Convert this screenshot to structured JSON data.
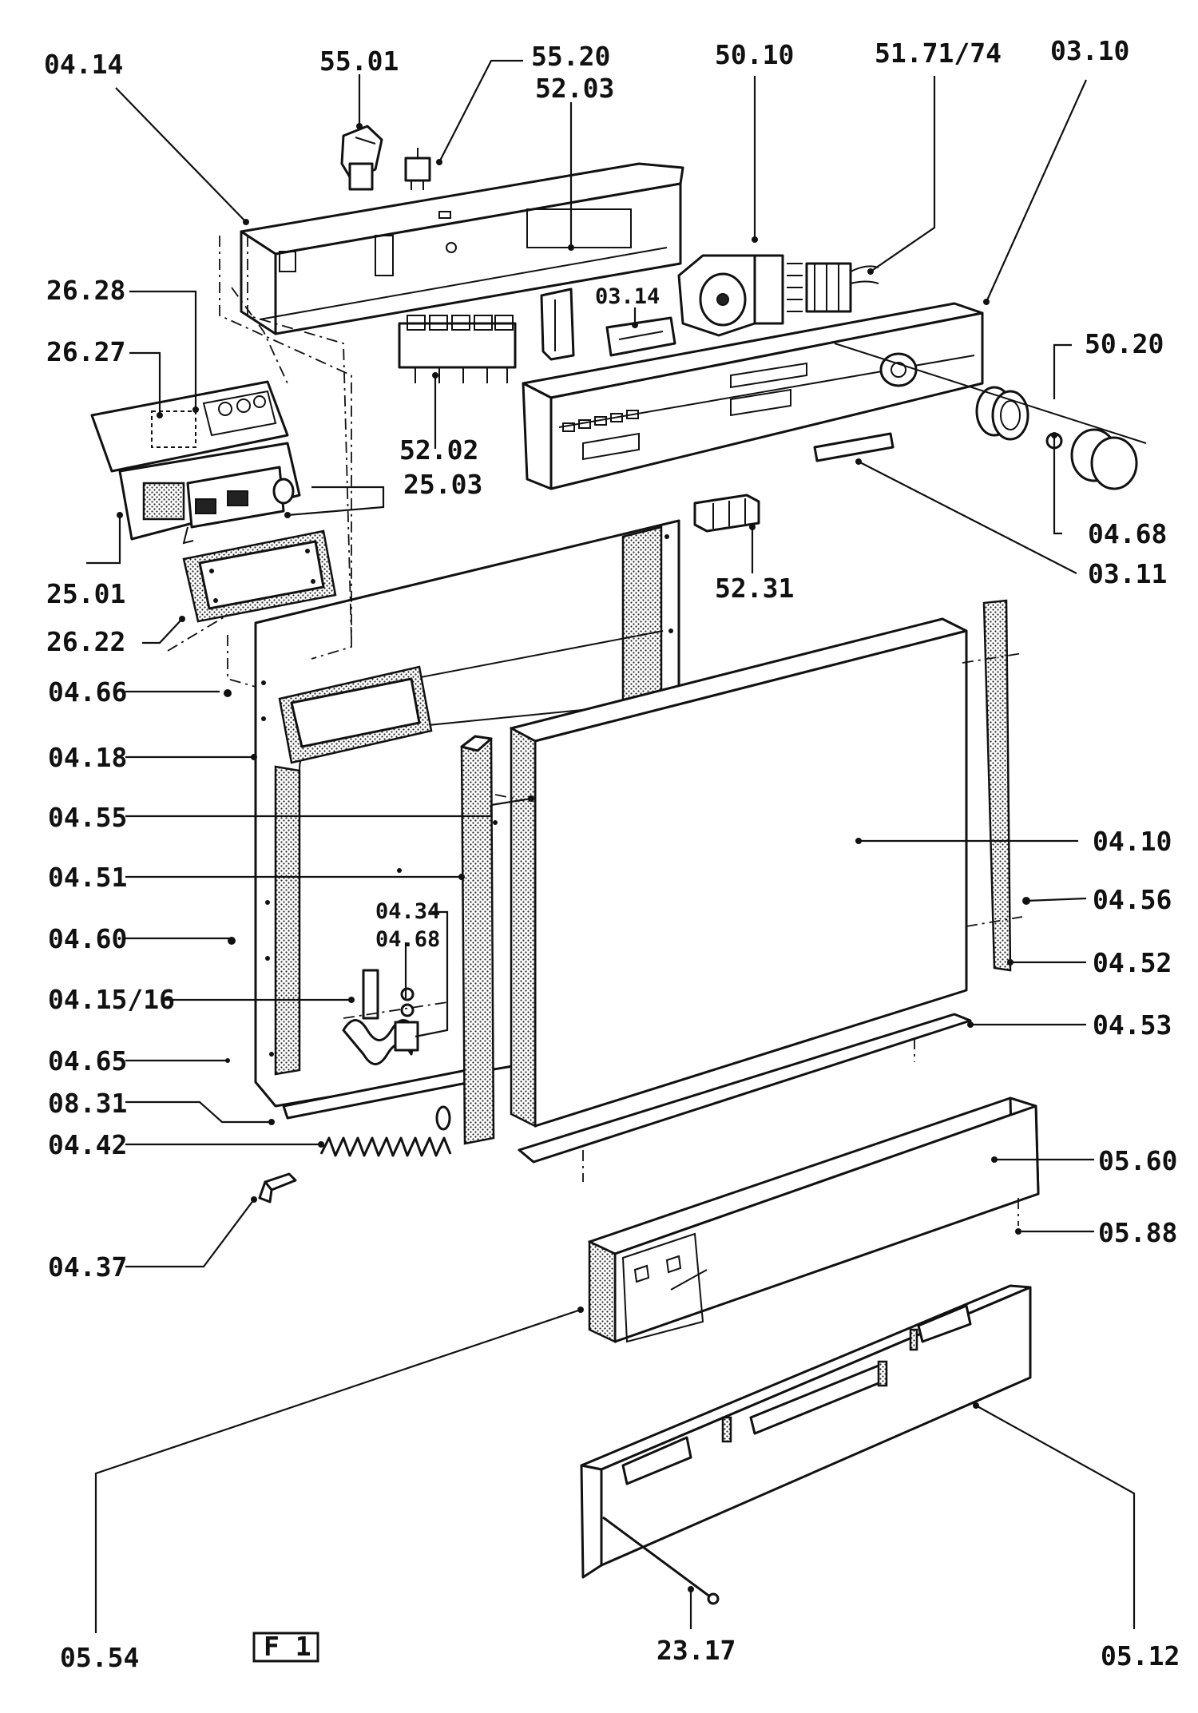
{
  "labels": {
    "l_04_14": "04.14",
    "l_55_01": "55.01",
    "l_55_20": "55.20",
    "l_52_03": "52.03",
    "l_50_10": "50.10",
    "l_51_71": "51.71/74",
    "l_03_10": "03.10",
    "l_26_28": "26.28",
    "l_26_27": "26.27",
    "l_03_14": "03.14",
    "l_50_20": "50.20",
    "l_52_02": "52.02",
    "l_25_03": "25.03",
    "l_04_68a": "04.68",
    "l_25_01": "25.01",
    "l_52_31": "52.31",
    "l_03_11": "03.11",
    "l_26_22": "26.22",
    "l_04_66": "04.66",
    "l_04_18": "04.18",
    "l_04_55": "04.55",
    "l_04_10": "04.10",
    "l_04_51": "04.51",
    "l_04_34": "04.34",
    "l_04_68b": "04.68",
    "l_04_56": "04.56",
    "l_04_60": "04.60",
    "l_04_52": "04.52",
    "l_04_15": "04.15/16",
    "l_04_53": "04.53",
    "l_04_65": "04.65",
    "l_08_31": "08.31",
    "l_04_42": "04.42",
    "l_05_60": "05.60",
    "l_05_88": "05.88",
    "l_04_37": "04.37",
    "l_05_54": "05.54",
    "l_23_17": "23.17",
    "l_05_12": "05.12"
  },
  "figure_tag": "F 1"
}
